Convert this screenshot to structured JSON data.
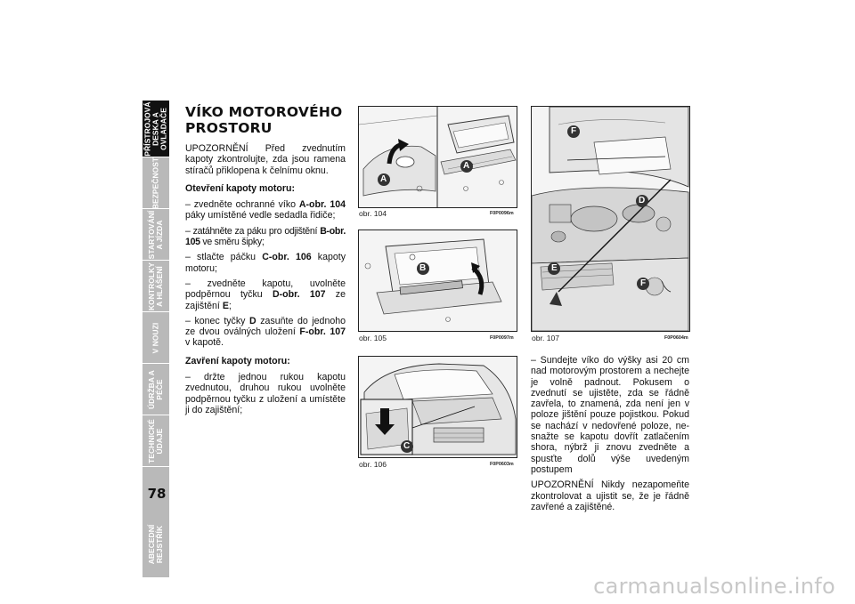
{
  "page_number": "78",
  "tabs": [
    {
      "label": "PŘÍSTROJOVÁ\nDESKA A\nOVLADAČE",
      "active": true
    },
    {
      "label": "BEZPEČNOST",
      "active": false
    },
    {
      "label": "STARTOVÁNÍ\nA JÍZDA",
      "active": false
    },
    {
      "label": "KONTROLKY\nA HLÁŠENÍ",
      "active": false
    },
    {
      "label": "V NOUZI",
      "active": false
    },
    {
      "label": "ÚDRŽBA A\nPÉČE",
      "active": false
    },
    {
      "label": "TECHNICKÉ\nÚDAJE",
      "active": false
    },
    {
      "label": "ABECEDNÍ\nREJSTŘÍK",
      "active": false
    }
  ],
  "title": "VÍKO MOTOROVÉHO PROSTORU",
  "col1": {
    "warning_label": "UPOZORNĚNÍ",
    "warning_text": " Před zvednutím kapoty zkontrolujte, zda jsou ramena stíračů přiklopena k čelnímu oknu.",
    "open_heading": "Otevření kapoty motoru:",
    "step1_a": "– zvedněte ochranné víko ",
    "step1_b": "A-obr. 104",
    "step1_c": " pá­ky umístěné vedle sedadla řidiče;",
    "step2_a": "– zatáhněte za páku pro odjištění ",
    "step2_b": "B-obr. 105",
    "step2_c": " ve směru šipky;",
    "step3_a": "– stlačte páčku ",
    "step3_b": "C-obr. 106",
    "step3_c": " kapoty mo­toru;",
    "step4_a": "– zvedněte kapotu, uvolněte podpěrnou tyčku ",
    "step4_b": "D-obr. 107",
    "step4_c": " ze zajištění ",
    "step4_d": "E",
    "step4_e": ";",
    "step5_a": "– konec tyčky ",
    "step5_b": "D",
    "step5_c": " zasuňte do jednoho ze dvou oválných uložení ",
    "step5_d": "F-obr. 107",
    "step5_e": " v ka­potě.",
    "close_heading": "Zavření kapoty motoru:",
    "close_text": "– držte jednou rukou kapotu zvednutou, druhou rukou uvolněte podpěrnou tyčku z uložení a umístěte ji do zajištění;"
  },
  "col3": {
    "text1": "– Sundejte víko do výšky asi 20 cm nad motorovým prostorem a nechejte je vol­ně padnout. Pokusem o zvednutí se ujis­těte, zda se řádně zavřela, to znamená, zda není jen v poloze jištění pouze pojistkou. Pokud se nachází v nedovřené poloze, ne­snažte se kapotu dovřít zatlačením sho­ra, nýbrž ji znovu zvedněte a spusťte do­lů výše uvedeným postupem",
    "warning_label": "UPOZORNĚNÍ",
    "warning_text": " Nikdy nezapomeňte zkontrolovat a ujistit se, že je řádně za­vřené a zajištěné."
  },
  "figures": [
    {
      "caption": "obr. 104",
      "code": "F0P0096m",
      "callouts": [
        "A",
        "A"
      ]
    },
    {
      "caption": "obr. 105",
      "code": "F0P0097m",
      "callouts": [
        "B"
      ]
    },
    {
      "caption": "obr. 106",
      "code": "F0P0603m",
      "callouts": [
        "C"
      ]
    },
    {
      "caption": "obr. 107",
      "code": "F0P0604m",
      "callouts": [
        "F",
        "D",
        "E",
        "F"
      ]
    }
  ],
  "watermark": "carmanualsonline.info"
}
